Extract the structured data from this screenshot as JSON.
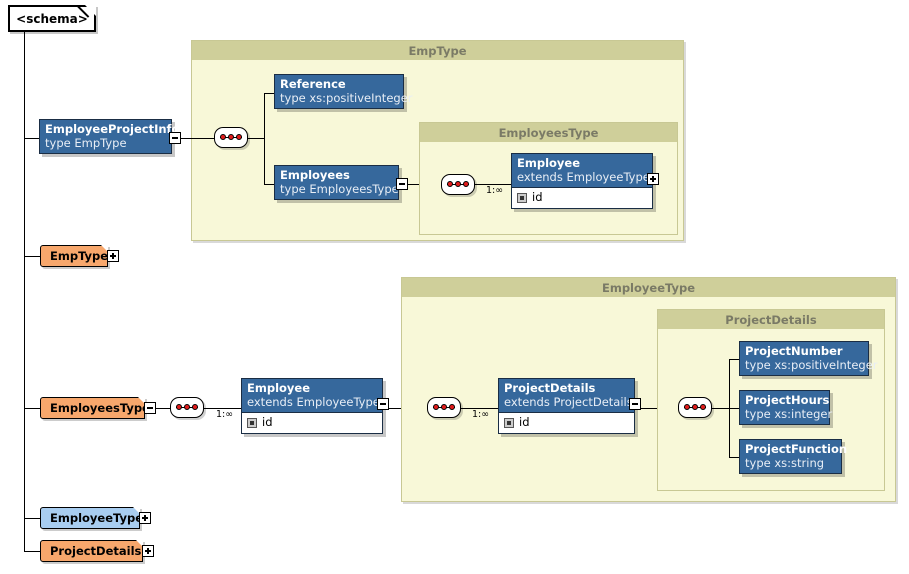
{
  "diagram": {
    "root_label": "<schema>",
    "type_icon_plus": "+",
    "type_icon_minus": "-",
    "sequence_icon": "sequence-icon",
    "colors": {
      "element_fill": "#36689c",
      "group_fill": "#f8f8d8",
      "group_header": "#cfcf9a",
      "type_orange": "#f7a76c",
      "type_blue": "#a8cdf0"
    }
  },
  "schema_children": [
    {
      "name": "EmployeeProjectInfo",
      "type": "type EmpType",
      "kind": "element"
    },
    {
      "name": "EmpType",
      "kind": "complexType",
      "style": "orange",
      "toggle": "+"
    },
    {
      "name": "EmployeesType",
      "kind": "complexType",
      "style": "orange",
      "toggle": "-"
    },
    {
      "name": "EmployeeType",
      "kind": "complexType",
      "style": "blue",
      "toggle": "+"
    },
    {
      "name": "ProjectDetails",
      "kind": "complexType",
      "style": "orange",
      "toggle": "+"
    }
  ],
  "groups": {
    "emp_type": {
      "title": "EmpType",
      "children": [
        {
          "name": "Reference",
          "type": "type xs:positiveInteger"
        },
        {
          "name": "Employees",
          "type": "type EmployeesType",
          "toggle": "-"
        }
      ],
      "nested": {
        "employees_type": {
          "title": "EmployeesType",
          "occurs": "1:∞",
          "element": {
            "name": "Employee",
            "type": "extends EmployeeType",
            "toggle": "+",
            "attributes": [
              "id"
            ]
          }
        }
      }
    },
    "employee_type": {
      "title": "EmployeeType",
      "occurs_in": "1:∞",
      "element": {
        "name": "ProjectDetails",
        "type": "extends ProjectDetails",
        "toggle": "-",
        "attributes": [
          "id"
        ]
      },
      "nested": {
        "project_details": {
          "title": "ProjectDetails",
          "children": [
            {
              "name": "ProjectNumber",
              "type": "type xs:positiveInteger"
            },
            {
              "name": "ProjectHours",
              "type": "type xs:integer"
            },
            {
              "name": "ProjectFunction",
              "type": "type xs:string"
            }
          ]
        }
      }
    }
  },
  "employees_type_row": {
    "occurs": "1:∞",
    "element": {
      "name": "Employee",
      "type": "extends EmployeeType",
      "toggle": "-",
      "attributes": [
        "id"
      ]
    }
  }
}
